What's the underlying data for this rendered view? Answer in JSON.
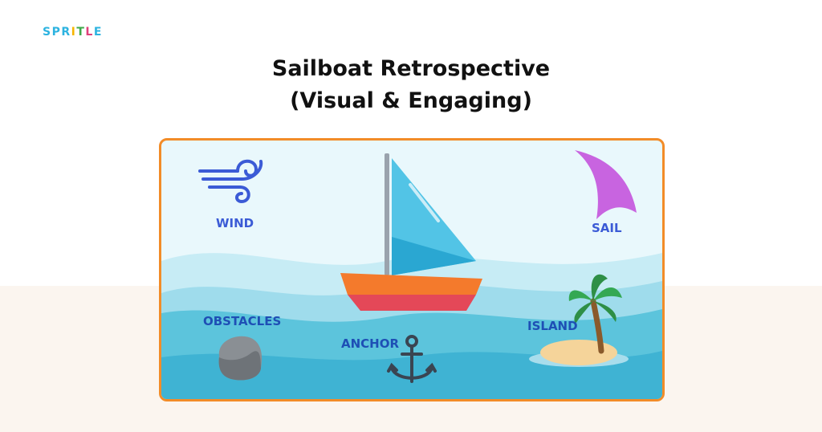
{
  "logo": {
    "letters": [
      "S",
      "P",
      "R",
      "I",
      "T",
      "L",
      "E"
    ],
    "colors": [
      "#2db3e0",
      "#2db3e0",
      "#2db3e0",
      "#f7b500",
      "#3ea84b",
      "#e0407b",
      "#2db3e0"
    ]
  },
  "title": {
    "line1": "Sailboat Retrospective",
    "line2": "(Visual & Engaging)"
  },
  "board": {
    "wind_label": "WIND",
    "sail_label": "SAIL",
    "obstacles_label": "OBSTACLES",
    "anchor_label": "ANCHOR",
    "island_label": "ISLAND",
    "colors": {
      "frame": "#f28c28",
      "label_blue": "#3b5bd6",
      "label_dark": "#1e4fb5",
      "sail_pink": "#c864e0",
      "boat_sail": "#52c4e6",
      "hull_orange": "#f47a2c",
      "hull_red": "#e44858",
      "sea": "#5cc4dc"
    },
    "icons": [
      "wind-icon",
      "sail-icon",
      "sailboat-icon",
      "rock-icon",
      "anchor-icon",
      "island-icon"
    ]
  }
}
